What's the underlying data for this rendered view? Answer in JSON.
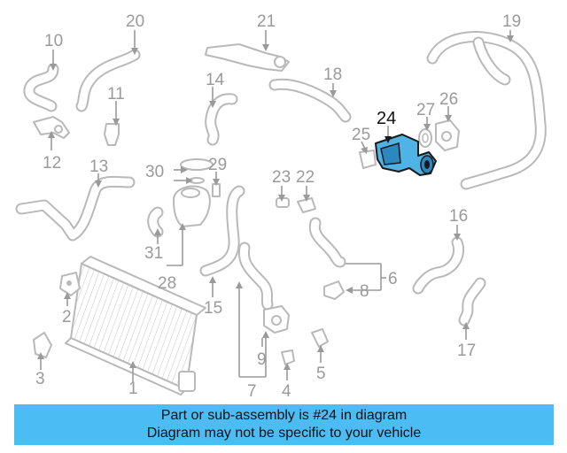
{
  "callouts": {
    "c1": "1",
    "c2": "2",
    "c3": "3",
    "c4": "4",
    "c5": "5",
    "c6": "6",
    "c7": "7",
    "c8": "8",
    "c9": "9",
    "c10": "10",
    "c11": "11",
    "c12": "12",
    "c13": "13",
    "c14": "14",
    "c15": "15",
    "c16": "16",
    "c17": "17",
    "c18": "18",
    "c19": "19",
    "c20": "20",
    "c21": "21",
    "c22": "22",
    "c23": "23",
    "c24": "24",
    "c25": "25",
    "c26": "26",
    "c27": "27",
    "c28": "28",
    "c29": "29",
    "c30": "30",
    "c31": "31"
  },
  "highlight": {
    "part_number": "24",
    "color": "#4fb3e6"
  },
  "banner": {
    "line1": "Part or sub-assembly is #24 in diagram",
    "line2": "Diagram may not be specific to your vehicle",
    "background": "#4cbcf4"
  }
}
